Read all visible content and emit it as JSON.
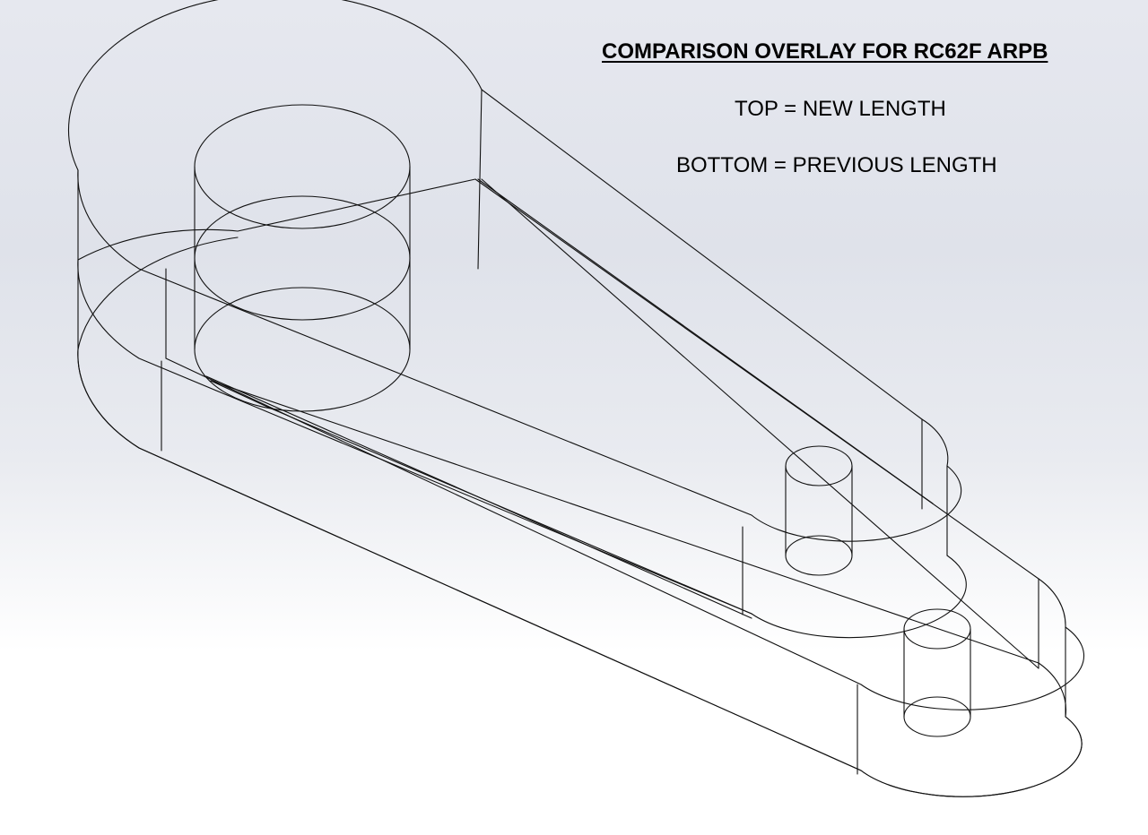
{
  "annotations": {
    "title": "COMPARISON OVERLAY FOR RC62F ARPB",
    "top_note": "TOP = NEW LENGTH",
    "bottom_note": "BOTTOM = PREVIOUS LENGTH"
  },
  "parts": [
    {
      "name": "new-length-arm",
      "position": "top"
    },
    {
      "name": "previous-length-arm",
      "position": "bottom"
    }
  ],
  "colors": {
    "line": "#111111",
    "background_top": "#dfe2ea",
    "background_bottom": "#ffffff"
  }
}
